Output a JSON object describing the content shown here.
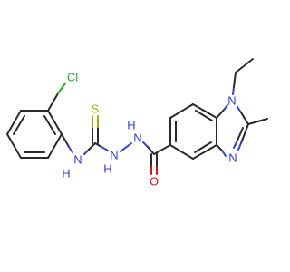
{
  "molecule": {
    "atoms": {
      "cl": {
        "label": "Cl",
        "color": "#22b022"
      },
      "s": {
        "label": "S",
        "color": "#b3ab00"
      },
      "nh1": {
        "label": "N",
        "h": "H",
        "color": "#3140e0"
      },
      "nh2": {
        "label": "N",
        "h": "H",
        "color": "#3140e0"
      },
      "nh3": {
        "label": "N",
        "h": "H",
        "color": "#3140e0"
      },
      "n1": {
        "label": "N",
        "color": "#3140e0"
      },
      "n3": {
        "label": "N",
        "color": "#3140e0"
      },
      "o": {
        "label": "O",
        "color": "#e01010"
      }
    }
  }
}
